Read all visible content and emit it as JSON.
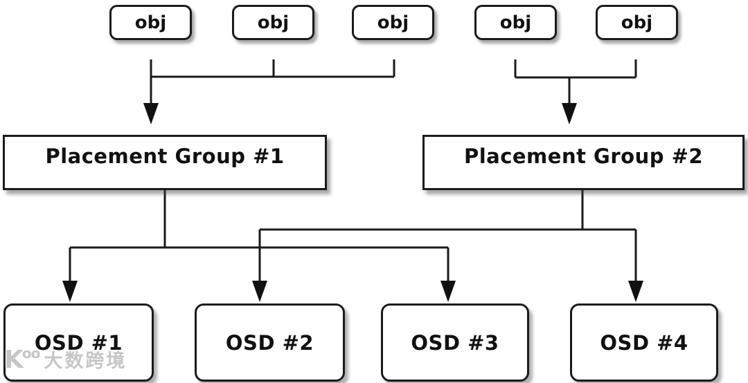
{
  "nodes": {
    "objects": [
      {
        "label": "obj"
      },
      {
        "label": "obj"
      },
      {
        "label": "obj"
      },
      {
        "label": "obj"
      },
      {
        "label": "obj"
      }
    ],
    "placement_groups": [
      {
        "label": "Placement Group #1"
      },
      {
        "label": "Placement Group #2"
      }
    ],
    "osds": [
      {
        "label": "OSD #1"
      },
      {
        "label": "OSD #2"
      },
      {
        "label": "OSD #3"
      },
      {
        "label": "OSD #4"
      }
    ]
  },
  "connections": [
    {
      "from": [
        "obj-1",
        "obj-2",
        "obj-3"
      ],
      "to": "Placement Group #1"
    },
    {
      "from": [
        "obj-4",
        "obj-5"
      ],
      "to": "Placement Group #2"
    },
    {
      "from": "Placement Group #1",
      "to": [
        "OSD #1",
        "OSD #3"
      ]
    },
    {
      "from": "Placement Group #2",
      "to": [
        "OSD #2",
        "OSD #4"
      ]
    }
  ],
  "watermark": {
    "logo": "K",
    "logo_sup": "oo",
    "text": "大数跨境"
  },
  "colors": {
    "line": "#1a1a1a",
    "box_border": "#1a1a1a",
    "box_fill": "#ffffff",
    "text": "#111111",
    "background": "#ffffff",
    "watermark": "#c6c6c6"
  }
}
